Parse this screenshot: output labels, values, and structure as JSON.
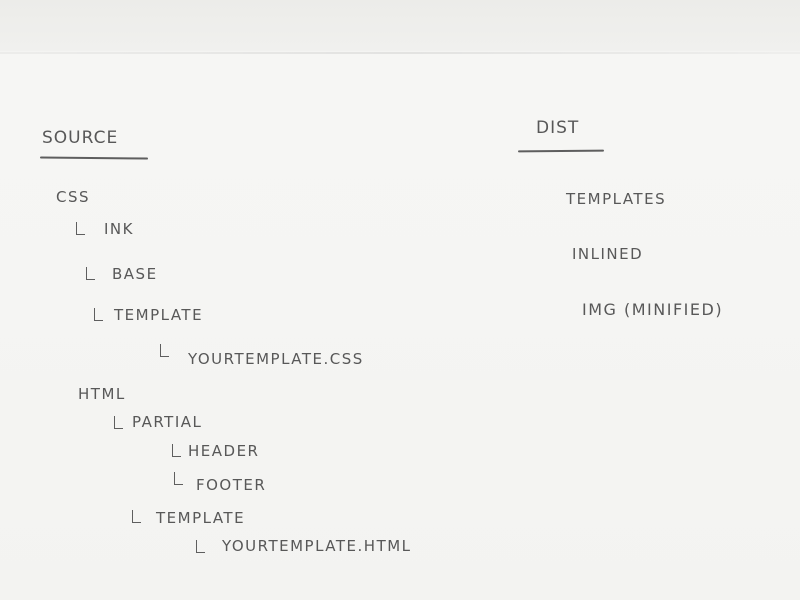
{
  "sketch": {
    "source": {
      "heading": "SOURCE",
      "items": [
        {
          "label": "CSS"
        },
        {
          "label": "INK"
        },
        {
          "label": "BASE"
        },
        {
          "label": "TEMPLATE"
        },
        {
          "label": "YOURTEMPLATE.CSS"
        },
        {
          "label": "HTML"
        },
        {
          "label": "PARTIAL"
        },
        {
          "label": "HEADER"
        },
        {
          "label": "FOOTER"
        },
        {
          "label": "TEMPLATE"
        },
        {
          "label": "YOURTEMPLATE.HTML"
        }
      ]
    },
    "dist": {
      "heading": "DIST",
      "items": [
        {
          "label": "TEMPLATES"
        },
        {
          "label": "INLINED"
        },
        {
          "label": "IMG (MINIFIED)"
        }
      ]
    }
  }
}
